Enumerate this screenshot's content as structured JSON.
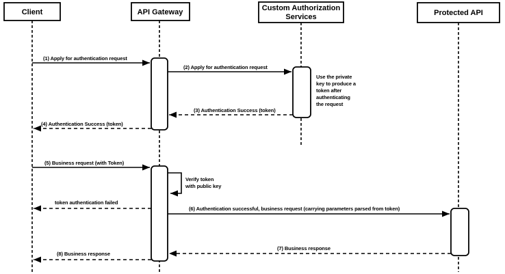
{
  "diagram": {
    "type": "uml-sequence",
    "background_color": "#ffffff",
    "stroke_color": "#000000",
    "text_color": "#000000",
    "actors": [
      {
        "id": "client",
        "label": "Client"
      },
      {
        "id": "api-gateway",
        "label": "API Gateway"
      },
      {
        "id": "custom-authorization-services",
        "label_line1": "Custom Authorization",
        "label_line2": "Services"
      },
      {
        "id": "protected-api",
        "label": "Protected API"
      }
    ],
    "messages": [
      {
        "seq": "1",
        "label": "(1) Apply for authentication request",
        "from": "Client",
        "to": "API Gateway",
        "line": "solid"
      },
      {
        "seq": "2",
        "label": "(2) Apply for authentication request",
        "from": "API Gateway",
        "to": "Custom Authorization Services",
        "line": "solid"
      },
      {
        "seq": "3",
        "label": "(3) Authentication Success (token)",
        "from": "Custom Authorization Services",
        "to": "API Gateway",
        "line": "dashed"
      },
      {
        "seq": "4",
        "label": "(4) Authentication Success (token)",
        "from": "API Gateway",
        "to": "Client",
        "line": "dashed"
      },
      {
        "seq": "5",
        "label": "(5) Business request (with Token)",
        "from": "Client",
        "to": "API Gateway",
        "line": "solid"
      },
      {
        "seq": "",
        "label": "token authentication failed",
        "from": "API Gateway",
        "to": "Client",
        "line": "dashed"
      },
      {
        "seq": "6",
        "label": "(6) Authentication successful, business request (carrying parameters parsed from token)",
        "from": "API Gateway",
        "to": "Protected API",
        "line": "solid"
      },
      {
        "seq": "7",
        "label": "(7) Business response",
        "from": "Protected API",
        "to": "API Gateway",
        "line": "dashed"
      },
      {
        "seq": "8",
        "label": "(8) Business response",
        "from": "API Gateway",
        "to": "Client",
        "line": "dashed"
      }
    ],
    "self_message": {
      "actor": "API Gateway",
      "line1": "Verify token",
      "line2": "with public key"
    },
    "note": {
      "actor": "Custom Authorization Services",
      "lines": [
        "Use the private",
        "key to produce a",
        "token after",
        "authenticating",
        "the request"
      ]
    }
  }
}
